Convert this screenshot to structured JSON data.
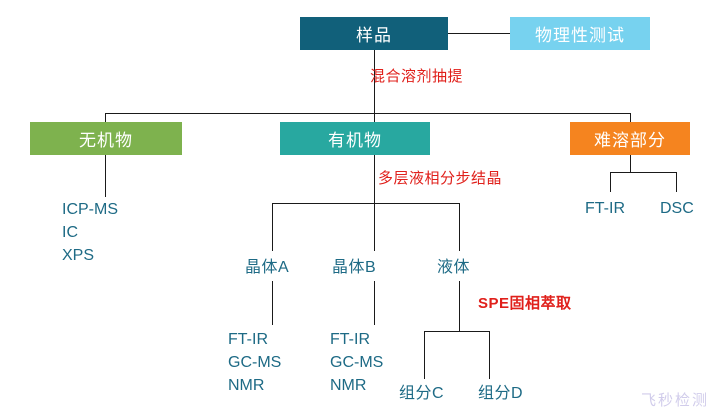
{
  "diagram": {
    "title_node": "样品",
    "boxes": {
      "sample": {
        "label": "样品",
        "color": "#11607a"
      },
      "physical_test": {
        "label": "物理性测试",
        "color": "#77d2ef"
      },
      "inorganic": {
        "label": "无机物",
        "color": "#7eb24e"
      },
      "organic": {
        "label": "有机物",
        "color": "#28a8a0"
      },
      "insoluble": {
        "label": "难溶部分",
        "color": "#f5841f"
      }
    },
    "annotations": {
      "extraction": "混合溶剂抽提",
      "crystallization": "多层液相分步结晶",
      "spe": "SPE固相萃取",
      "color": "#e0201b"
    },
    "nodes": {
      "crystal_a": "晶体A",
      "crystal_b": "晶体B",
      "liquid": "液体",
      "component_c": "组分C",
      "component_d": "组分D"
    },
    "methods": {
      "inorganic": [
        "ICP-MS",
        "IC",
        "XPS"
      ],
      "insoluble_left": "FT-IR",
      "insoluble_right": "DSC",
      "crystal_a": [
        "FT-IR",
        "GC-MS",
        "NMR"
      ],
      "crystal_b": [
        "FT-IR",
        "GC-MS",
        "NMR"
      ]
    },
    "text_color": "#1d6a85",
    "watermark": "飞秒检测"
  }
}
